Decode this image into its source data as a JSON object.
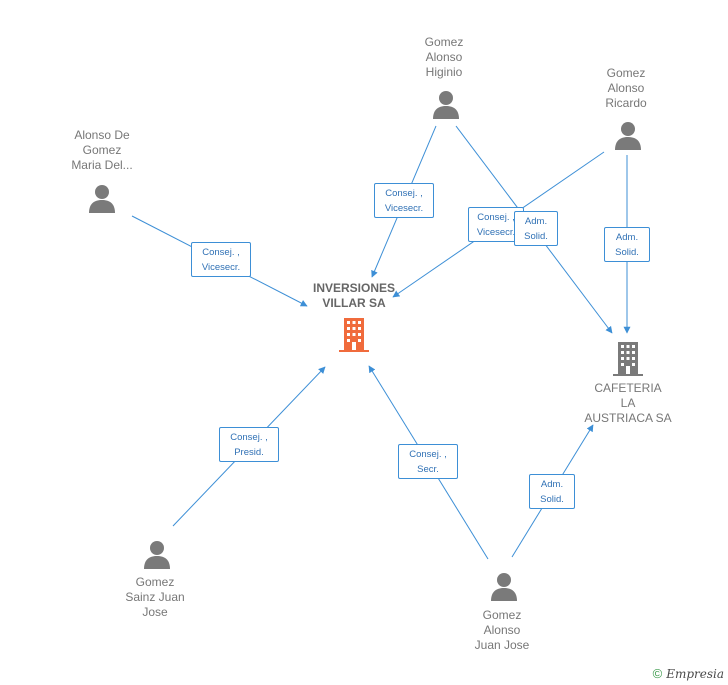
{
  "nodes": {
    "main_company": "INVERSIONES\nVILLAR SA",
    "other_company": "CAFETERIA\nLA\nAUSTRIACA SA",
    "p_alonso_de_gomez": "Alonso De\nGomez\nMaria Del...",
    "p_gomez_alonso_higinio": "Gomez\nAlonso\nHiginio",
    "p_gomez_alonso_ricardo": "Gomez\nAlonso\nRicardo",
    "p_gomez_sainz_juan_jose": "Gomez\nSainz Juan\nJose",
    "p_gomez_alonso_juan_jose": "Gomez\nAlonso\nJuan Jose"
  },
  "roles": {
    "r1": "Consej. ,\nVicesecr.",
    "r2": "Consej. ,\nVicesecr.",
    "r3": "Consej. ,\nVicesecr.",
    "r4": "Adm.\nSolid.",
    "r5": "Adm.\nSolid.",
    "r6": "Consej. ,\nPresid.",
    "r7": "Consej. ,\nSecr.",
    "r8": "Adm.\nSolid."
  },
  "colors": {
    "edge": "#3d8fd6",
    "person_icon": "#7a7a7a",
    "main_company_icon": "#f06b3c",
    "other_company_icon": "#7a7a7a"
  },
  "footer": {
    "copyright_symbol": "©",
    "brand": "Empresia"
  }
}
